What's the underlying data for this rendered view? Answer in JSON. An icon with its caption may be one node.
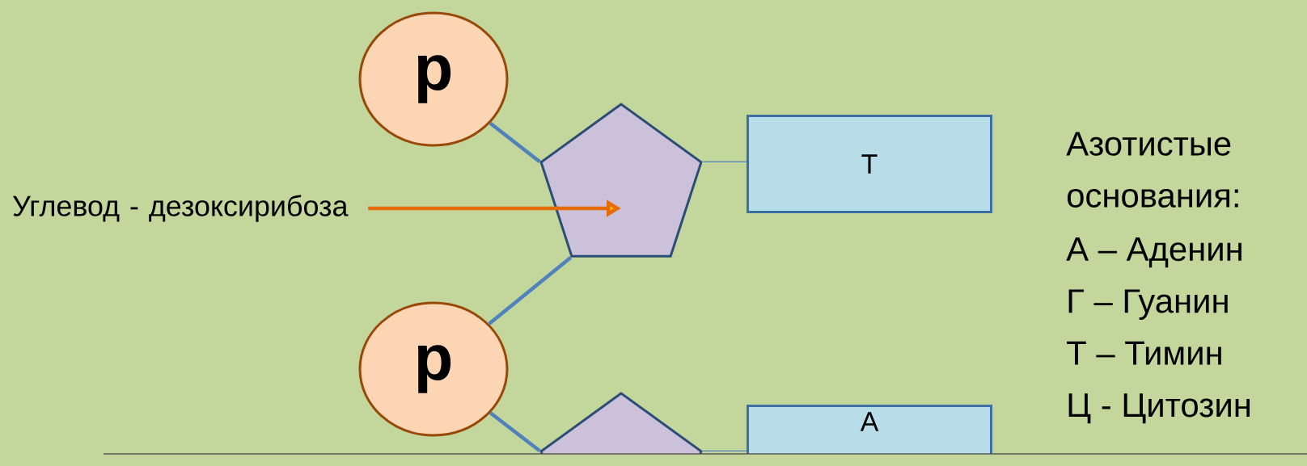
{
  "diagram": {
    "nodes": [
      {
        "text": [
          "p"
        ]
      },
      {
        "text": [
          "Углевод - дезоксирибоза"
        ]
      },
      {
        "text": [],
        "shape": "pentagon"
      },
      {
        "text": [
          "Т"
        ]
      },
      {
        "text": [
          "p"
        ]
      },
      {
        "text": [],
        "shape": "pentagon"
      },
      {
        "text": [
          "А"
        ]
      }
    ],
    "edges": [
      {
        "from": 0,
        "to": 2,
        "arrow": "none"
      },
      {
        "from": 2,
        "to": 3,
        "arrow": "none"
      },
      {
        "from": 1,
        "to": 2,
        "arrow": "to",
        "color": "#e46c0a"
      },
      {
        "from": 2,
        "to": 4,
        "arrow": "none"
      },
      {
        "from": 4,
        "to": 5,
        "arrow": "none"
      },
      {
        "from": 5,
        "to": 6,
        "arrow": "none"
      }
    ],
    "labels": [
      "Азотистые основания:",
      "А – Аденин",
      "Г – Гуанин",
      "Т – Тимин",
      "Ц - Цитозин"
    ]
  }
}
